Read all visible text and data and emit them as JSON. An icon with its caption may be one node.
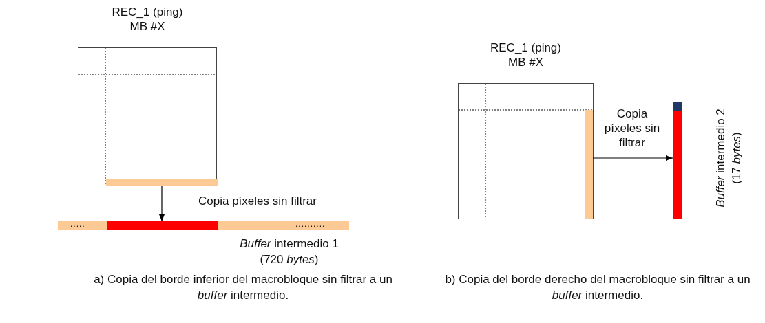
{
  "diagram": {
    "nodes": [
      {
        "text": [
          "REC_1 (ping) MB #X"
        ]
      },
      {
        "text": [],
        "shape": "bar",
        "in": 0
      },
      {
        "text": [
          ".....",
          ".........."
        ],
        "beside": [
          "*Buffer* intermedio 1 (720 *bytes*)"
        ]
      },
      {
        "text": [],
        "shape": "bar",
        "in": 2
      },
      {
        "text": [
          "REC_1 (ping) MB #X"
        ]
      },
      {
        "text": [],
        "shape": "bar",
        "in": 4
      },
      {
        "text": [],
        "shape": "bar",
        "beside": [
          "*Buffer* intermedio 2 (17 *bytes*)"
        ]
      }
    ],
    "edges": [
      {
        "from": 1,
        "to": 3,
        "arrow": "to",
        "label": "Copia píxeles sin filtrar"
      },
      {
        "from": 5,
        "to": 6,
        "arrow": "to",
        "label": "Copia píxeles sin filtrar"
      }
    ],
    "labels": [
      "a) Copia del borde inferior del macrobloque sin filtrar a un *buffer* intermedio.",
      "b) Copia del borde derecho del macrobloque sin filtrar a un *buffer* intermedio."
    ]
  }
}
